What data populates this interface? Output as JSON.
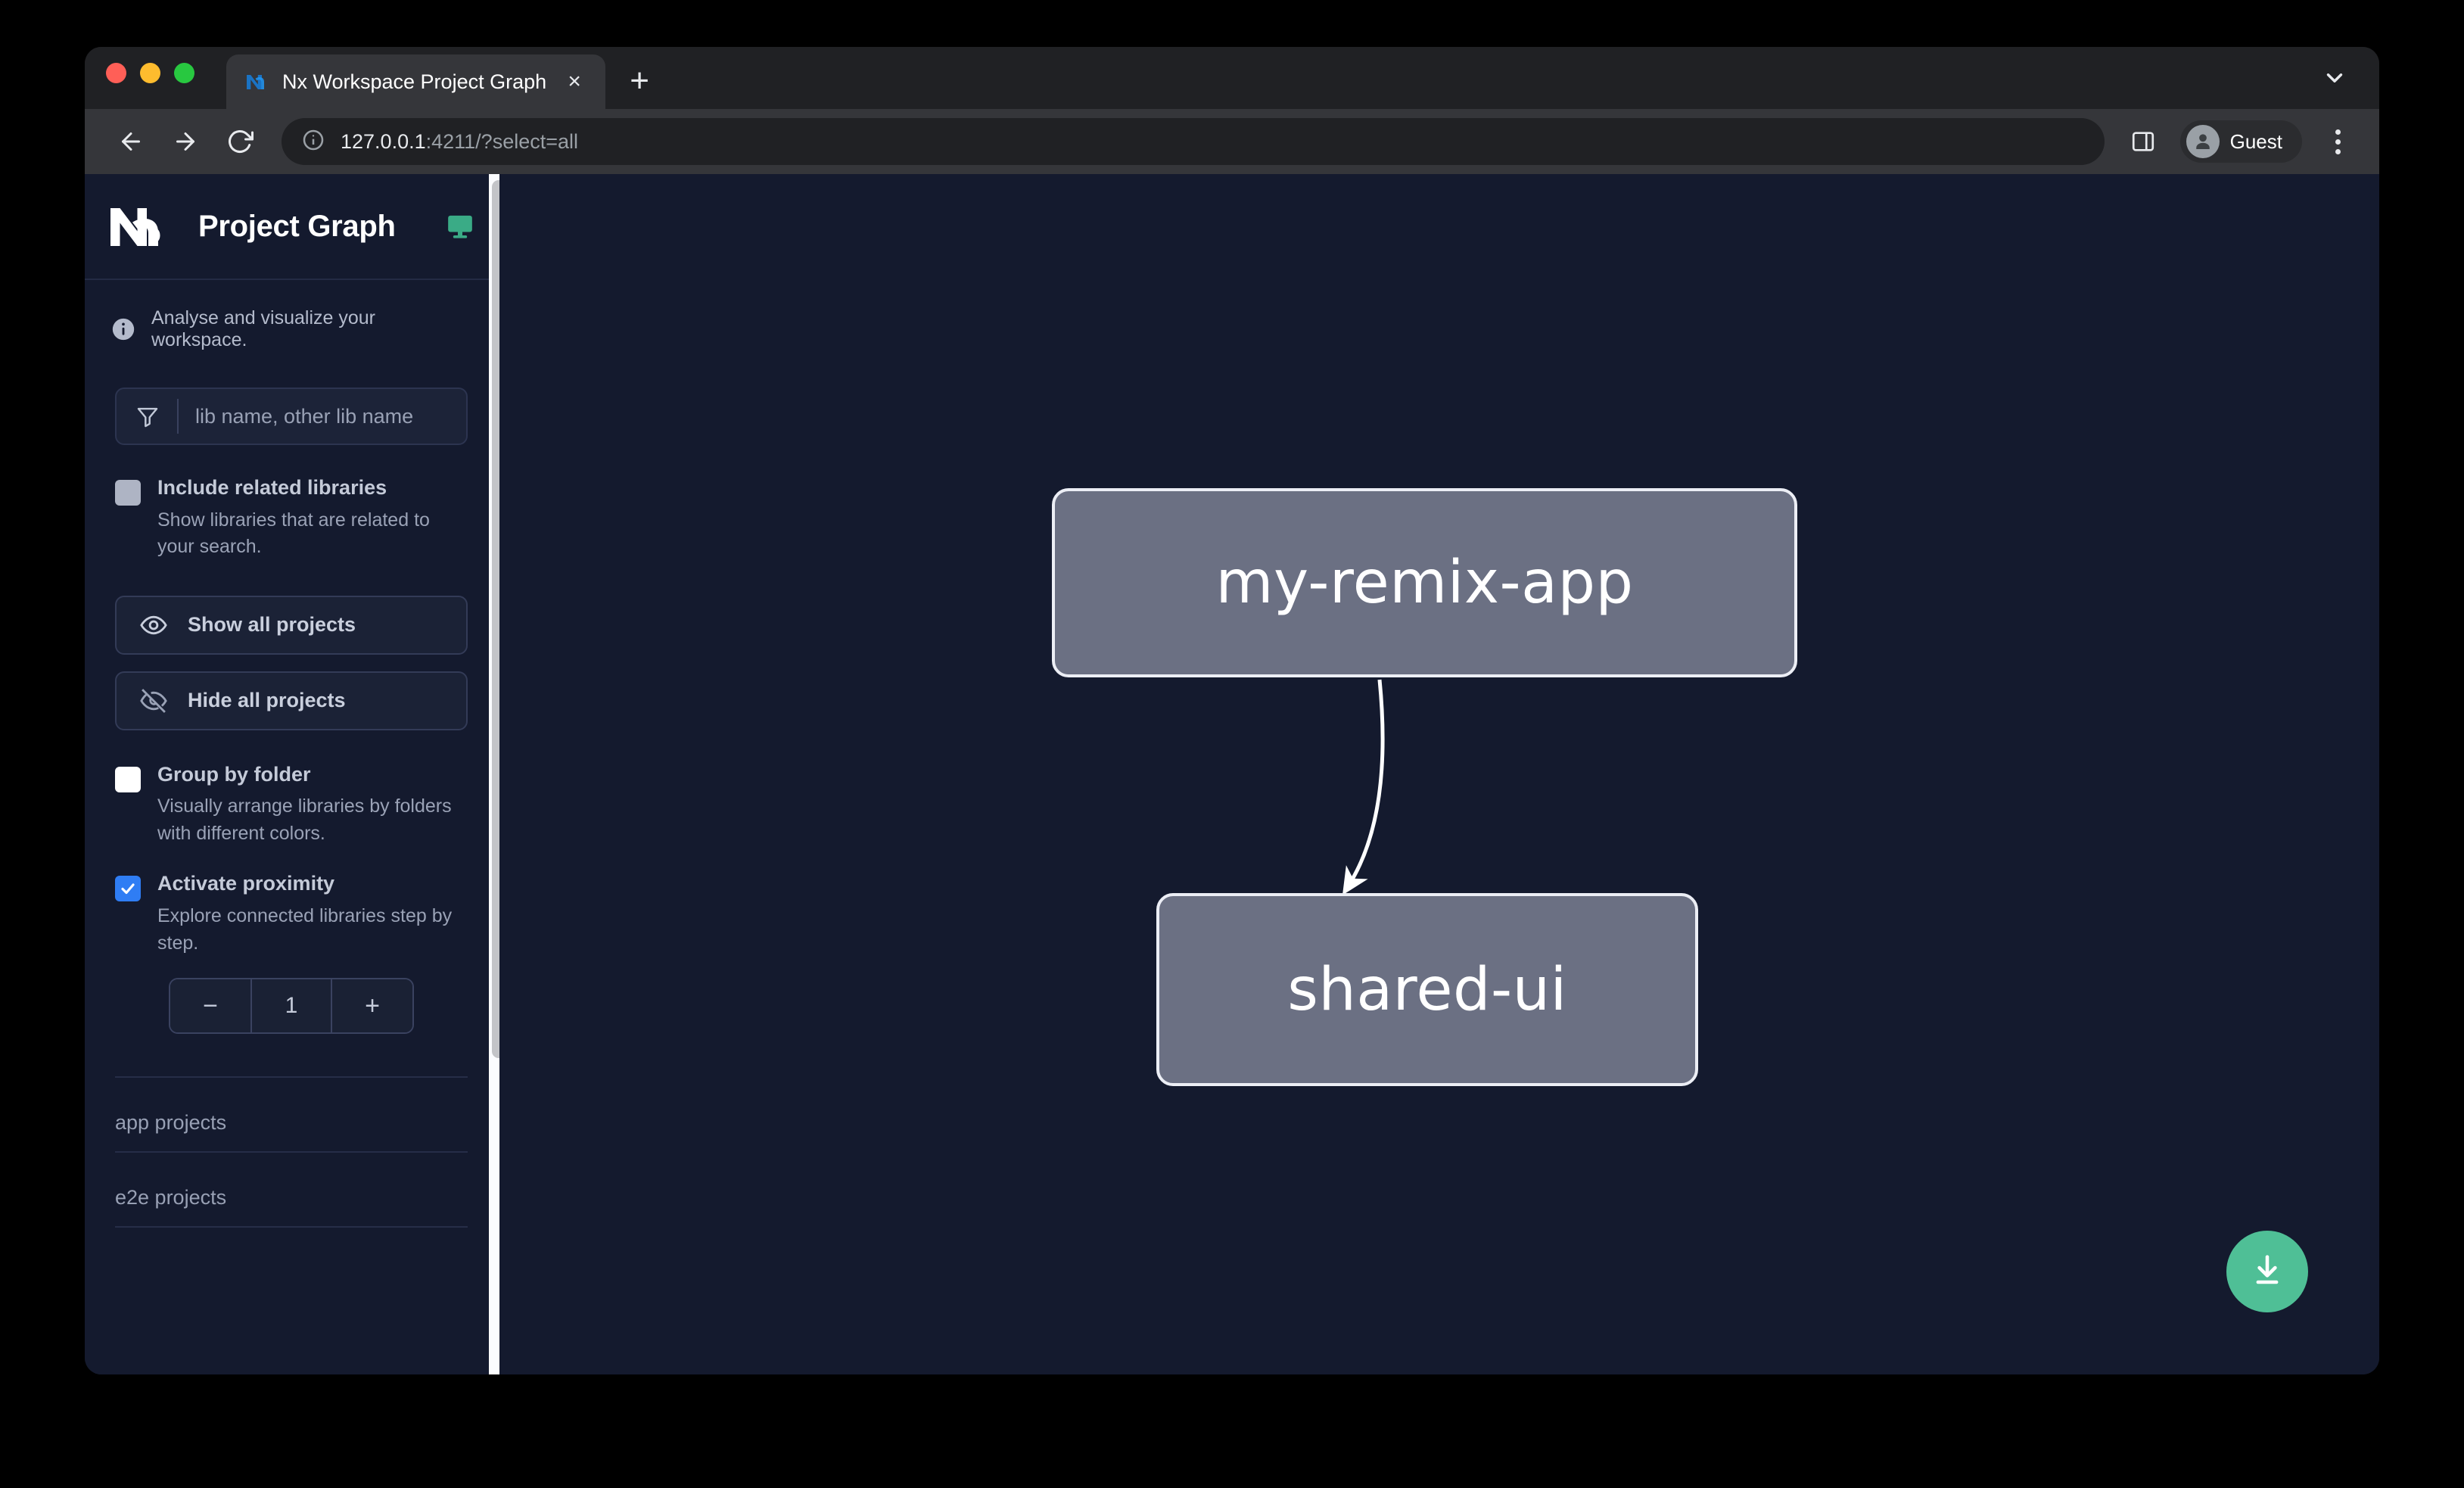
{
  "browser": {
    "tab": {
      "title": "Nx Workspace Project Graph",
      "favicon": "nx-logo-icon",
      "close_label": "×"
    },
    "new_tab_label": "+",
    "tabstrip_chevron": "chevron-down-icon",
    "toolbar": {
      "back": "back-arrow-icon",
      "forward": "forward-arrow-icon",
      "reload": "reload-icon",
      "url_host": "127.0.0.1",
      "url_rest": ":4211/?select=all",
      "site_info": "info-circle-icon",
      "side_panel": "side-panel-icon",
      "profile_name": "Guest",
      "menu": "kebab-menu-icon"
    }
  },
  "sidebar": {
    "app_title": "Project Graph",
    "logo": "nx-logo-icon",
    "monitor_icon": "monitor-icon",
    "info_text": "Analyse and visualize your workspace.",
    "search": {
      "placeholder": "lib name, other lib name",
      "value": "",
      "icon": "filter-funnel-icon"
    },
    "options": [
      {
        "id": "include-related-libraries",
        "label": "Include related libraries",
        "description": "Show libraries that are related to your search.",
        "checked": false,
        "style": "grey"
      },
      {
        "id": "group-by-folder",
        "label": "Group by folder",
        "description": "Visually arrange libraries by folders with different colors.",
        "checked": false,
        "style": "white"
      },
      {
        "id": "activate-proximity",
        "label": "Activate proximity",
        "description": "Explore connected libraries step by step.",
        "checked": true,
        "style": "blue"
      }
    ],
    "buttons": [
      {
        "id": "show-all-projects",
        "label": "Show all projects",
        "icon": "eye-icon"
      },
      {
        "id": "hide-all-projects",
        "label": "Hide all projects",
        "icon": "eye-slash-icon"
      }
    ],
    "stepper": {
      "decrement_label": "−",
      "value": "1",
      "increment_label": "+"
    },
    "project_groups": [
      {
        "id": "app-projects",
        "label": "app projects"
      },
      {
        "id": "e2e-projects",
        "label": "e2e projects"
      }
    ]
  },
  "graph": {
    "nodes": [
      {
        "id": "my-remix-app",
        "label": "my-remix-app"
      },
      {
        "id": "shared-ui",
        "label": "shared-ui"
      }
    ],
    "edges": [
      {
        "from": "my-remix-app",
        "to": "shared-ui"
      }
    ],
    "download_button": {
      "icon": "download-icon"
    }
  },
  "colors": {
    "background": "#141a2e",
    "node_fill": "#6b7083",
    "node_border": "#eceef5",
    "accent_green": "#4fbf96",
    "checkbox_blue": "#2f7df4"
  }
}
